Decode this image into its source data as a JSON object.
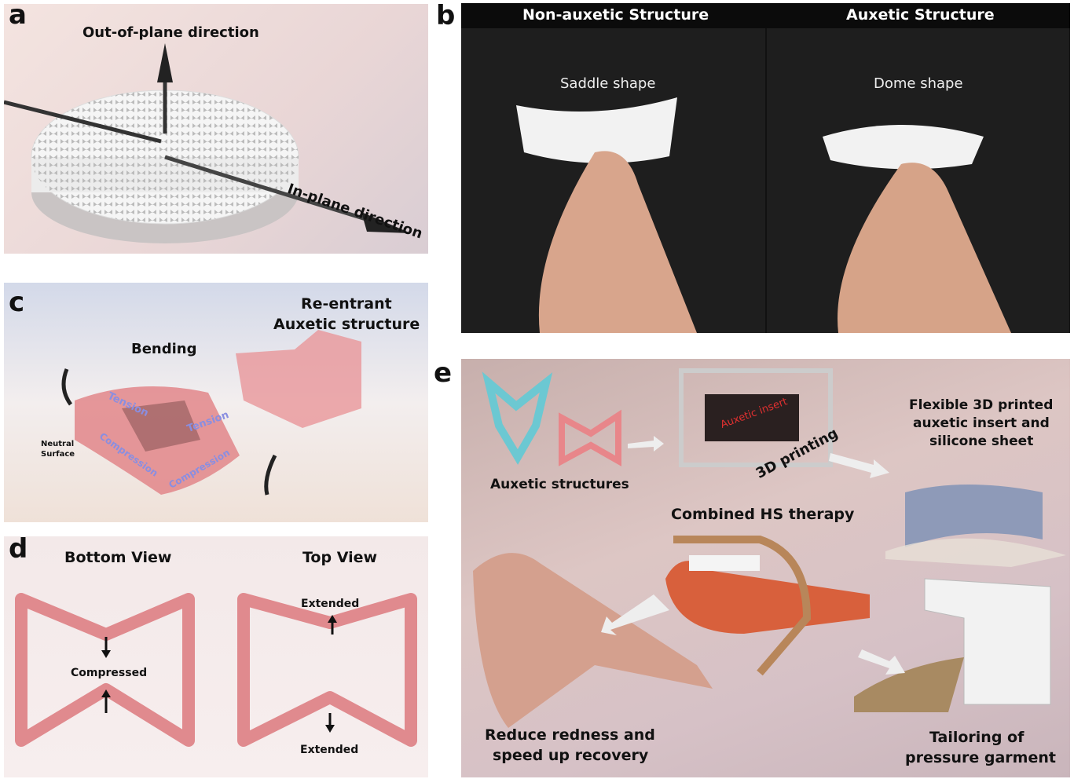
{
  "panels": {
    "a": {
      "letter": "a",
      "out_of_plane": "Out-of-plane direction",
      "in_plane": "In-plane direction"
    },
    "b": {
      "letter": "b",
      "left_title": "Non-auxetic Structure",
      "right_title": "Auxetic Structure",
      "left_caption": "Saddle shape",
      "right_caption": "Dome shape"
    },
    "c": {
      "letter": "c",
      "title_line1": "Re-entrant",
      "title_line2": "Auxetic structure",
      "bending": "Bending",
      "neutral_line1": "Neutral",
      "neutral_line2": "Surface",
      "tension": "Tension",
      "compression": "Compression"
    },
    "d": {
      "letter": "d",
      "bottom_view": "Bottom View",
      "top_view": "Top View",
      "compressed": "Compressed",
      "extended": "Extended"
    },
    "e": {
      "letter": "e",
      "auxetic_structures": "Auxetic structures",
      "printing": "3D printing",
      "printer_screen": "Auxetic insert",
      "insert_line1": "Flexible 3D printed",
      "insert_line2": "auxetic insert and",
      "insert_line3": "silicone sheet",
      "combined": "Combined HS therapy",
      "reduce_line1": "Reduce redness and",
      "reduce_line2": "speed up recovery",
      "tailor_line1": "Tailoring of",
      "tailor_line2": "pressure garment"
    }
  },
  "colors": {
    "pink": "#e8868a",
    "cyan": "#6cc8d2",
    "dark": "#1a1a1a"
  }
}
